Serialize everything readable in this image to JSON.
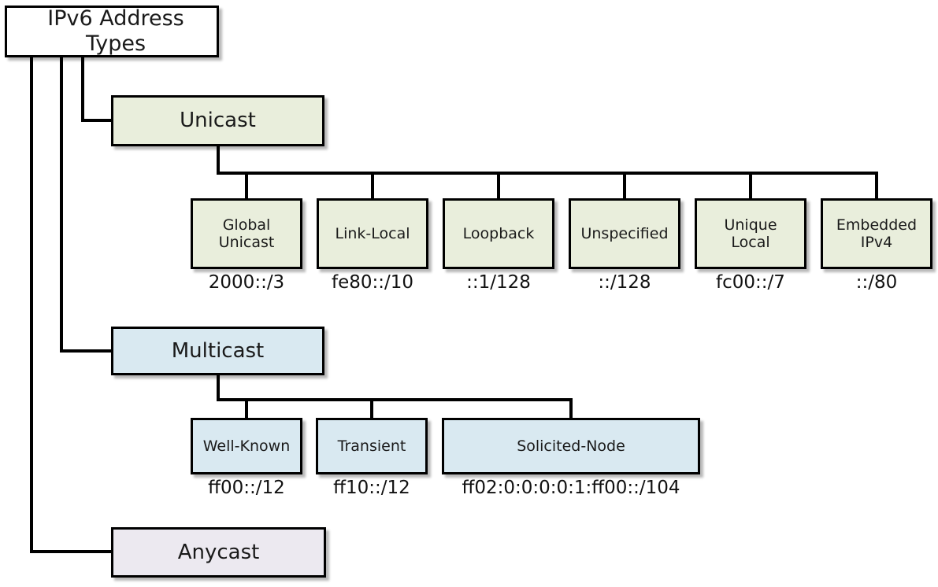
{
  "diagram": {
    "title": "IPv6 Address Types",
    "type": "tree",
    "colors": {
      "unicast_fill": "#e9eedc",
      "multicast_fill": "#d9e9f1",
      "anycast_fill": "#ece9f0",
      "root_fill": "#ffffff",
      "line": "#000000",
      "text": "#1a1a1a"
    }
  },
  "root": {
    "label": "IPv6 Address Types"
  },
  "branches": [
    {
      "key": "unicast",
      "label": "Unicast",
      "children": [
        {
          "label": "Global\nUnicast",
          "line1": "Global",
          "line2": "Unicast",
          "prefix": "2000::/3"
        },
        {
          "label": "Link-Local",
          "line1": "Link-Local",
          "line2": "",
          "prefix": "fe80::/10"
        },
        {
          "label": "Loopback",
          "line1": "Loopback",
          "line2": "",
          "prefix": "::1/128"
        },
        {
          "label": "Unspecified",
          "line1": "Unspecified",
          "line2": "",
          "prefix": "::/128"
        },
        {
          "label": "Unique Local",
          "line1": "Unique",
          "line2": "Local",
          "prefix": "fc00::/7"
        },
        {
          "label": "Embedded IPv4",
          "line1": "Embedded",
          "line2": "IPv4",
          "prefix": "::/80"
        }
      ]
    },
    {
      "key": "multicast",
      "label": "Multicast",
      "children": [
        {
          "label": "Well-Known",
          "line1": "Well-Known",
          "line2": "",
          "prefix": "ff00::/12"
        },
        {
          "label": "Transient",
          "line1": "Transient",
          "line2": "",
          "prefix": "ff10::/12"
        },
        {
          "label": "Solicited-Node",
          "line1": "Solicited-Node",
          "line2": "",
          "prefix": "ff02:0:0:0:0:1:ff00::/104"
        }
      ]
    },
    {
      "key": "anycast",
      "label": "Anycast",
      "children": []
    }
  ]
}
